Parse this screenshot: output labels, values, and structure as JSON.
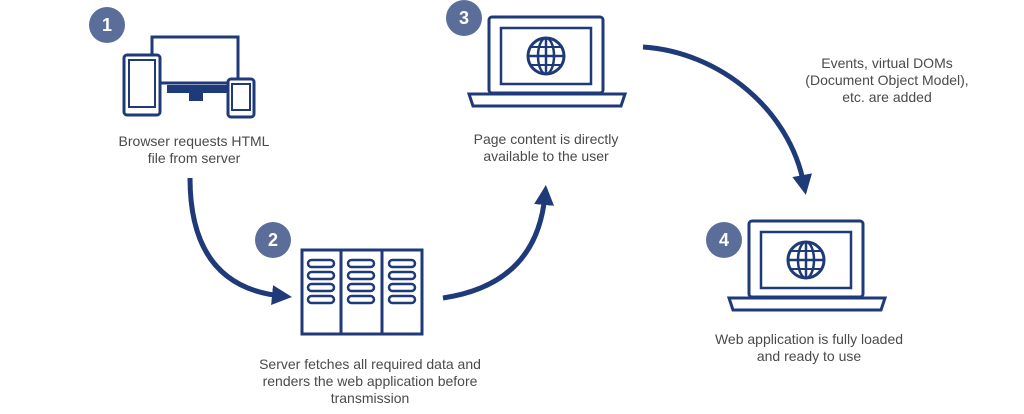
{
  "steps": [
    {
      "number": "1",
      "lines": [
        "Browser requests HTML",
        "file from server"
      ]
    },
    {
      "number": "2",
      "lines": [
        "Server fetches all required data and",
        "renders the web application before",
        "transmission"
      ]
    },
    {
      "number": "3",
      "lines": [
        "Page content is directly",
        "available to the user"
      ]
    },
    {
      "number": "4",
      "lines": [
        "Web application is fully loaded",
        "and ready to use"
      ]
    }
  ],
  "annotation": {
    "lines": [
      "Events, virtual DOMs",
      "(Document Object Model),",
      "etc. are added"
    ]
  },
  "colors": {
    "icon": "#1f3a78",
    "badge": "#5b6e99",
    "text": "#4a4a4a",
    "arrow": "#1f3a78"
  },
  "icons": [
    "devices-icon",
    "server-icon",
    "laptop-globe-icon",
    "laptop-globe-icon"
  ]
}
